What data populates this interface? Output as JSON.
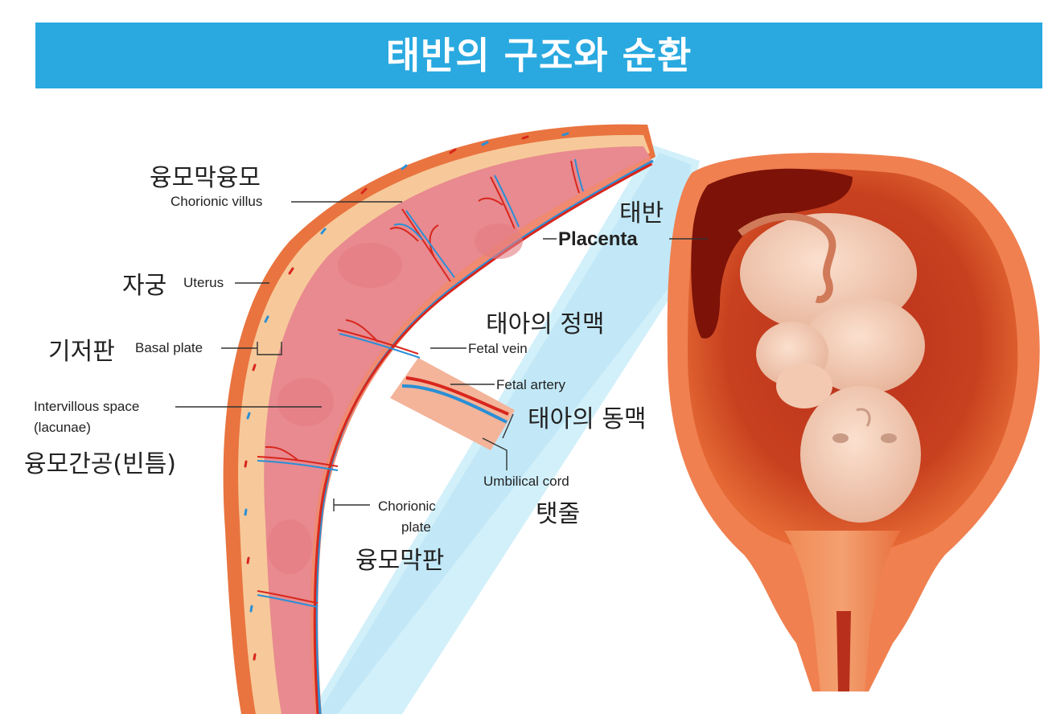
{
  "title": "태반의 구조와 순환",
  "labels": {
    "chorionic_villus_ko": "융모막융모",
    "chorionic_villus_en": "Chorionic villus",
    "uterus_ko": "자궁",
    "uterus_en": "Uterus",
    "basal_plate_ko": "기저판",
    "basal_plate_en": "Basal plate",
    "intervillous_en_1": "Intervillous space",
    "intervillous_en_2": "(lacunae)",
    "intervillous_ko": "융모간공(빈틈)",
    "placenta_ko": "태반",
    "placenta_en": "Placenta",
    "fetal_vein_ko": "태아의 정맥",
    "fetal_vein_en": "Fetal vein",
    "fetal_artery_en": "Fetal artery",
    "fetal_artery_ko": "태아의 동맥",
    "umbilical_cord_en": "Umbilical cord",
    "umbilical_cord_ko": "탯줄",
    "chorionic_plate_en_1": "Chorionic",
    "chorionic_plate_en_2": "plate",
    "chorionic_plate_ko": "융모막판"
  },
  "colors": {
    "banner": "#29a9e0",
    "uterus_wall": "#e9743f",
    "placenta_tissue": "#e88a8f",
    "basal_layer": "#f7c99a",
    "fetal_vein": "#2a8fd6",
    "fetal_artery": "#d8261c",
    "zoom_wedge": "#bfe6f6"
  }
}
